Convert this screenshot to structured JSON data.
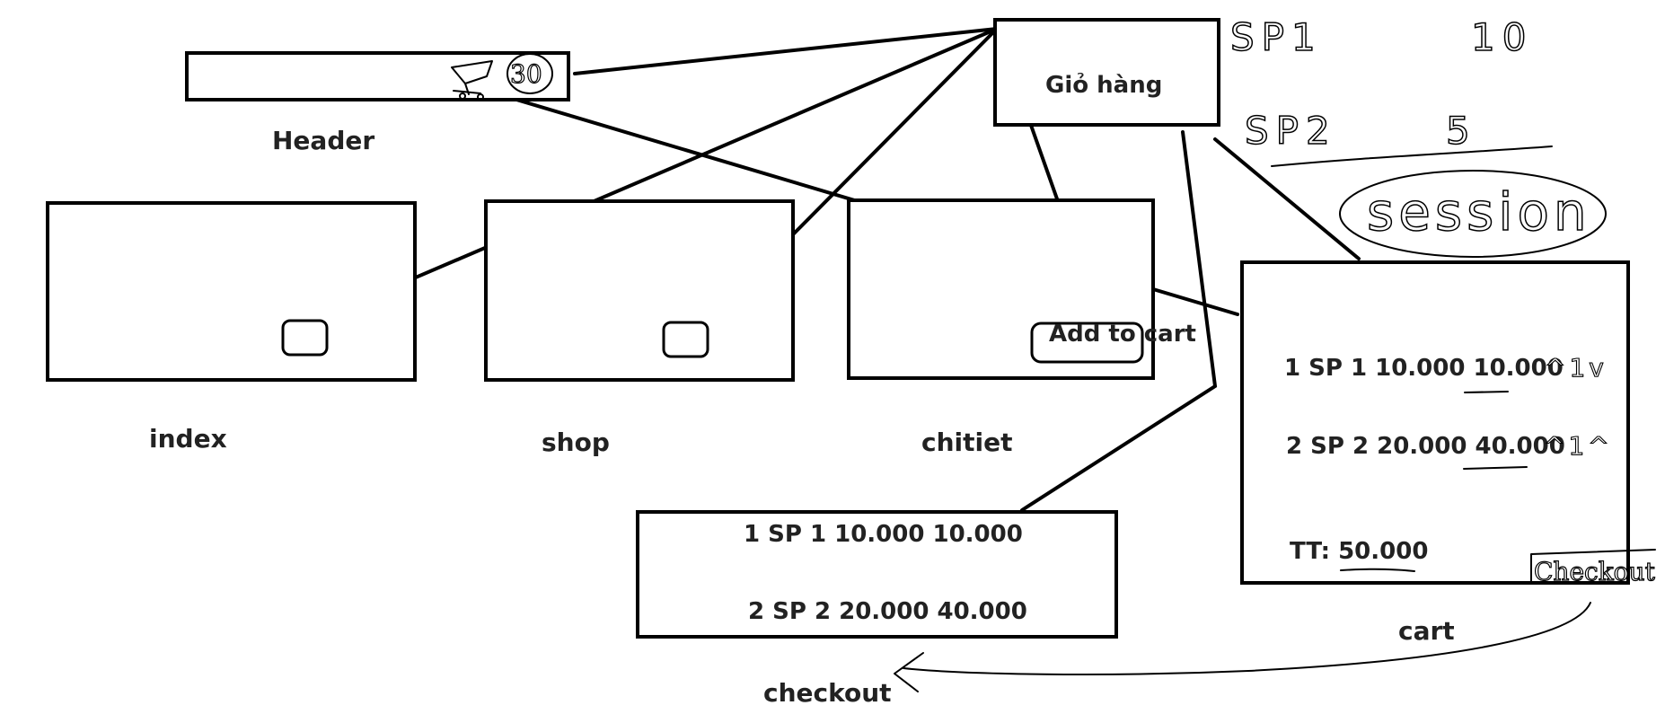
{
  "labels": {
    "header": "Header",
    "index": "index",
    "shop": "shop",
    "chitiet": "chitiet",
    "cart": "cart",
    "checkout": "checkout"
  },
  "cart_page": {
    "title": "Giỏ hàng",
    "rows": [
      "1 SP 1 10.000 10.000",
      "2 SP 2 20.000 40.000"
    ],
    "row_marks": [
      "^1v",
      "^1^"
    ],
    "total": "TT: 50.000",
    "checkout_button": "Checkout"
  },
  "checkout_page": {
    "rows": [
      "1 SP 1 10.000 10.000",
      "2 SP 2 20.000 40.000"
    ]
  },
  "detail_page": {
    "add_to_cart": "Add to cart"
  },
  "header_cart": {
    "count": "30"
  },
  "session": {
    "items": [
      {
        "name": "SP1",
        "qty": "10"
      },
      {
        "name": "SP2",
        "qty": "5"
      }
    ],
    "label": "session"
  }
}
